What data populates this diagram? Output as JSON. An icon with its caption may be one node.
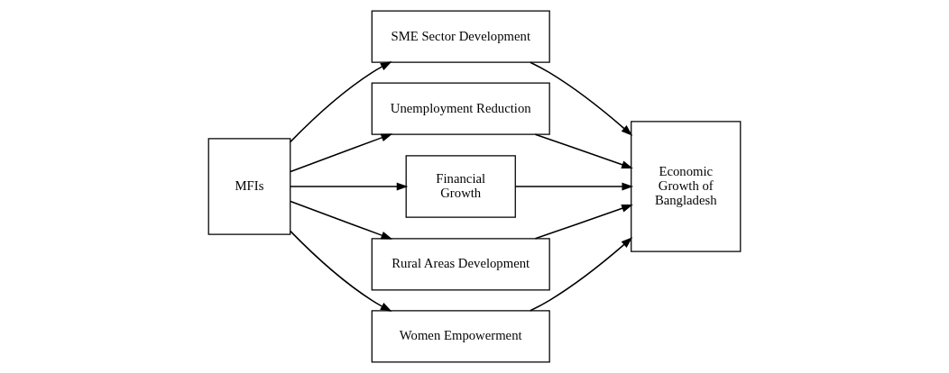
{
  "diagram": {
    "nodes": [
      {
        "text": [
          "MFIs"
        ]
      },
      {
        "text": [
          "SME Sector Development"
        ]
      },
      {
        "text": [
          "Unemployment Reduction"
        ]
      },
      {
        "text": [
          "Financial Growth"
        ]
      },
      {
        "text": [
          "Rural Areas Development"
        ]
      },
      {
        "text": [
          "Women Empowerment"
        ]
      },
      {
        "text": [
          "Economic Growth of Bangladesh"
        ]
      }
    ],
    "edges": [
      {
        "from": 0,
        "to": 1,
        "arrow": "to"
      },
      {
        "from": 0,
        "to": 2,
        "arrow": "to"
      },
      {
        "from": 0,
        "to": 3,
        "arrow": "to"
      },
      {
        "from": 0,
        "to": 4,
        "arrow": "to"
      },
      {
        "from": 0,
        "to": 5,
        "arrow": "to"
      },
      {
        "from": 1,
        "to": 6,
        "arrow": "to"
      },
      {
        "from": 2,
        "to": 6,
        "arrow": "to"
      },
      {
        "from": 3,
        "to": 6,
        "arrow": "to"
      },
      {
        "from": 4,
        "to": 6,
        "arrow": "to"
      },
      {
        "from": 5,
        "to": 6,
        "arrow": "to"
      }
    ]
  }
}
